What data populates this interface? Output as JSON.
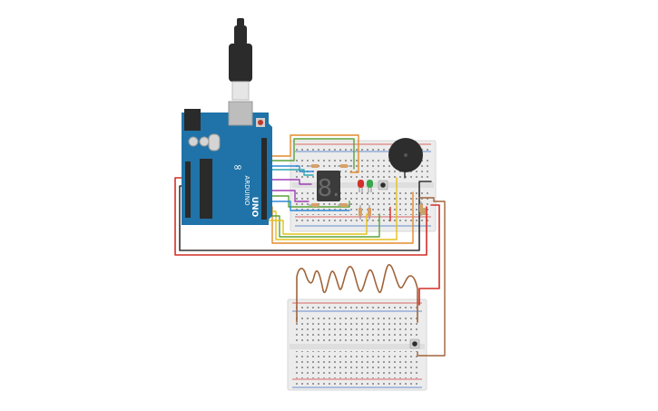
{
  "board": {
    "brand_text": "ARDUINO",
    "model_text": "UNO",
    "logo_glyph": "∞",
    "color_board": "#1f73a8",
    "color_usb_cable": "#2b2b2b"
  },
  "components": {
    "seven_segment_digit": "8.",
    "leds": [
      "red",
      "green"
    ],
    "buzzer": "piezo",
    "buttons": 2,
    "decorative_wire": "brown"
  },
  "colors": {
    "breadboard": "#ececec",
    "rail_red": "#d63c3c",
    "rail_blue": "#3a6fc4",
    "wire_red": "#d22f27",
    "wire_black": "#333333",
    "wire_orange": "#e38b2a",
    "wire_yellow": "#e2c21c",
    "wire_green": "#5aa33a",
    "wire_blue": "#2f8ad8",
    "wire_purple": "#a13eb7",
    "wire_brown": "#a0643a",
    "wire_teal": "#2fa6b0"
  }
}
